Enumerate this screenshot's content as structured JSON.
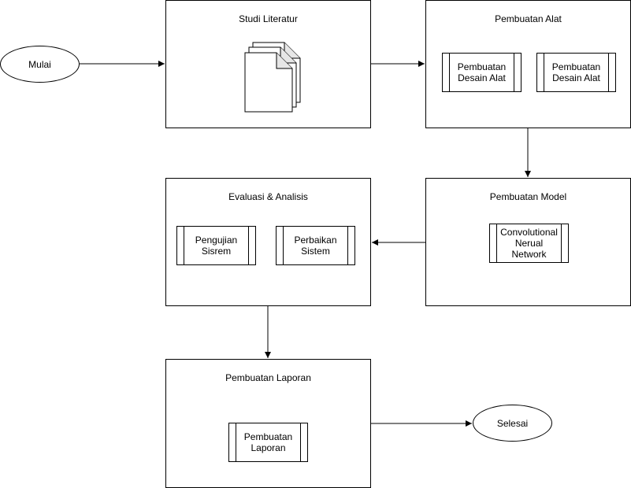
{
  "nodes": {
    "start": "Mulai",
    "end": "Selesai",
    "studi_literatur": "Studi Literatur",
    "pembuatan_alat": "Pembuatan Alat",
    "pembuatan_model": "Pembuatan Model",
    "evaluasi_analisis": "Evaluasi & Analisis",
    "pembuatan_laporan": "Pembuatan Laporan"
  },
  "subprocesses": {
    "alat_1": "Pembuatan\nDesain Alat",
    "alat_2": "Pembuatan\nDesain Alat",
    "model_1": "Convolutional\nNerual\nNetwork",
    "eval_1": "Pengujian\nSisrem",
    "eval_2": "Perbaikan\nSistem",
    "laporan_1": "Pembuatan\nLaporan"
  },
  "icons": {
    "documents": "multiple-documents-icon"
  }
}
